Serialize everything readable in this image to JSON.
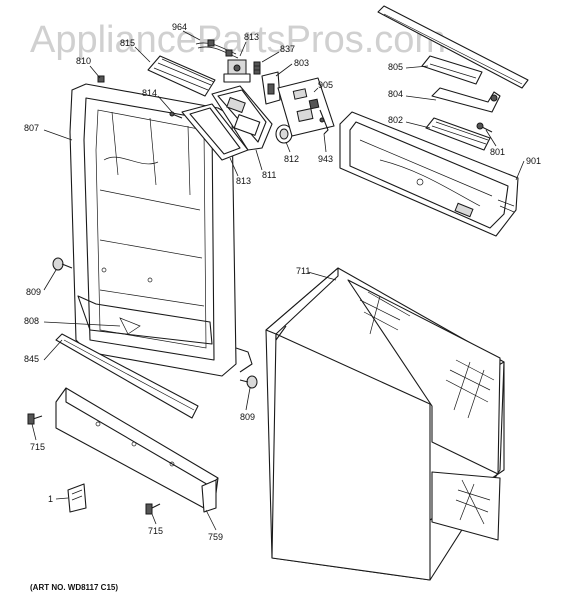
{
  "watermark": "AppliancePartsPros.com",
  "art_number": "(ART NO. WD8117 C15)",
  "callouts": {
    "c964": "964",
    "c815": "815",
    "c813a": "813",
    "c837": "837",
    "c803": "803",
    "c810": "810",
    "c814": "814",
    "c905": "905",
    "c807": "807",
    "c812": "812",
    "c943": "943",
    "c811": "811",
    "c813b": "813",
    "c805": "805",
    "c804": "804",
    "c802": "802",
    "c801": "801",
    "c901": "901",
    "c711": "711",
    "c809a": "809",
    "c808": "808",
    "c845": "845",
    "c809b": "809",
    "c715a": "715",
    "c1": "1",
    "c715b": "715",
    "c759": "759"
  }
}
